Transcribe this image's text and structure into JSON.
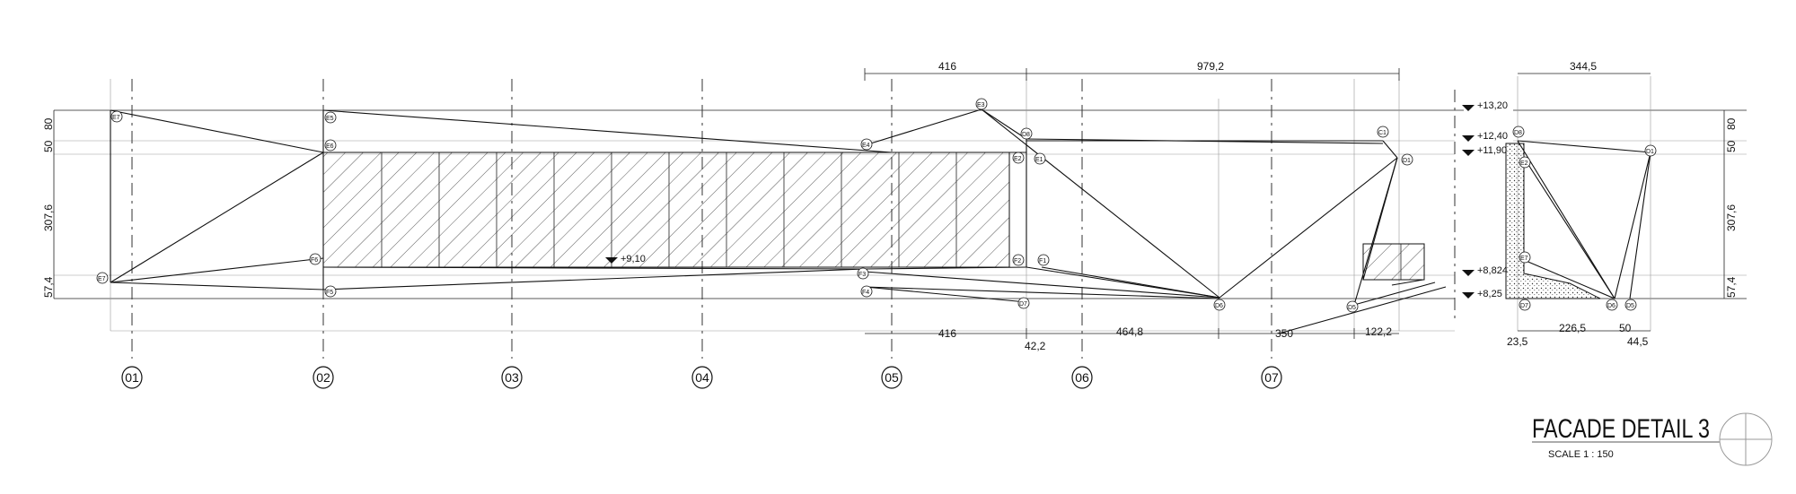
{
  "title": "FACADE DETAIL 3",
  "scale": "SCALE 1 : 150",
  "grid_axes": [
    "01",
    "02",
    "03",
    "04",
    "05",
    "06",
    "07"
  ],
  "levels": {
    "l1320": "+13,20",
    "l1240": "+12,40",
    "l1190": "+11,90",
    "l8824": "+8,824",
    "l825": "+8,25",
    "l910": "+9,10"
  },
  "dimensions": {
    "top_a": "416",
    "top_b": "979,2",
    "bottom_a": "416",
    "bottom_b": "42,2",
    "bottom_c": "464,8",
    "bottom_d": "350",
    "bottom_e": "122,2",
    "left_80": "80",
    "left_50": "50",
    "left_3076": "307,6",
    "left_574": "57,4",
    "right_80": "80",
    "right_50": "50",
    "right_3076": "307,6",
    "right_574": "57,4",
    "section_top": "344,5",
    "section_235": "23,5",
    "section_2265": "226,5",
    "section_50": "50",
    "section_445": "44,5"
  },
  "node_labels": {
    "E7": "E7",
    "E5a": "E5",
    "E6": "E6",
    "F6": "F6",
    "F5": "F5",
    "E4": "E4",
    "E3": "E3",
    "D8": "D8",
    "E2": "E2",
    "E1": "E1",
    "F2": "F2",
    "F1": "F1",
    "F3": "F3",
    "F4": "F4",
    "D7": "D7",
    "D6": "D6",
    "D5": "D5",
    "C1": "C1",
    "D1": "D1",
    "S_D8": "D8",
    "S_E2": "E2",
    "S_D1": "D1",
    "S_E7": "E7",
    "S_D7": "D7",
    "S_D6": "D6",
    "S_D5": "D5"
  }
}
